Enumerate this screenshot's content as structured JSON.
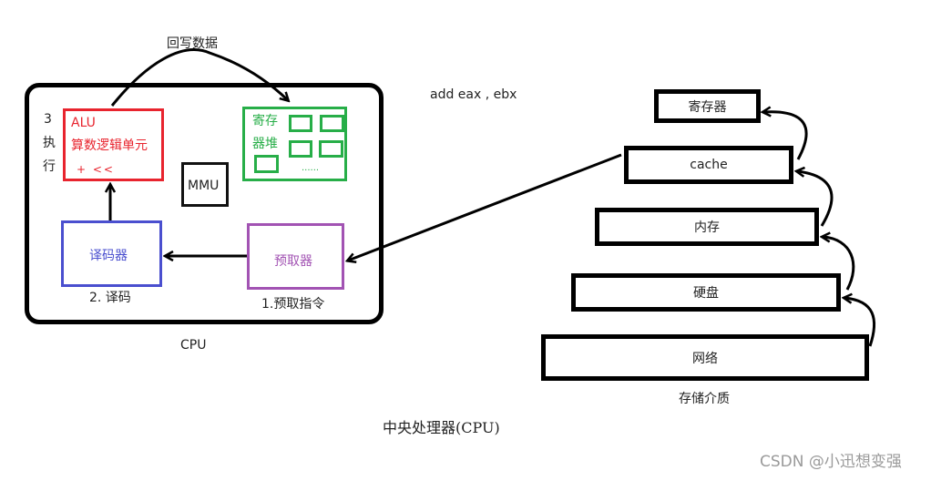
{
  "cpu": {
    "label": "CPU",
    "writeback_label": "回写数据",
    "alu": {
      "title": "ALU",
      "subtitle": "算数逻辑单元",
      "ops": "+ <<",
      "step_number": "3",
      "step_char_1": "执",
      "step_char_2": "行",
      "color": "#e8242e"
    },
    "register_heap": {
      "line1": "寄存",
      "line2": "器堆",
      "ellipsis": "......",
      "color": "#27ae48"
    },
    "mmu": {
      "label": "MMU"
    },
    "decoder": {
      "label": "译码器",
      "step_label": "2. 译码",
      "color": "#4a4fcf"
    },
    "prefetcher": {
      "label": "预取器",
      "step_label": "1.预取指令",
      "color": "#a253b3"
    }
  },
  "instruction": "add eax , ebx",
  "storage_hierarchy": {
    "caption": "存储介质",
    "tiers": [
      {
        "label": "寄存器"
      },
      {
        "label": "cache"
      },
      {
        "label": "内存"
      },
      {
        "label": "硬盘"
      },
      {
        "label": "网络"
      }
    ]
  },
  "figure_caption": "中央处理器(CPU)",
  "watermark": "CSDN @小迅想变强"
}
